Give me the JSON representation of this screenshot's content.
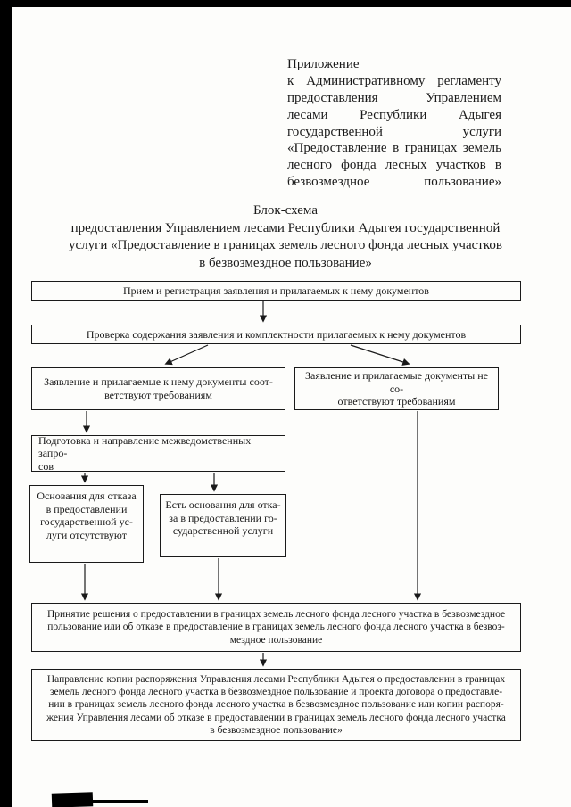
{
  "header": {
    "appendix": "Приложение\nк Административному регламенту\nпредоставления Управлением\nлесами Республики Адыгея\nгосударственной услуги\n«Предоставление в границах земель\nлесного фонда лесных участков в\nбезвозмездное пользование»",
    "title": "Блок-схема\nпредоставления Управлением лесами Республики Адыгея государственной\nуслуги «Предоставление в границах земель лесного фонда лесных участков\nв безвозмездное пользование»"
  },
  "flowchart": {
    "reception": "Прием и регистрация заявления и прилагаемых к нему документов",
    "check": "Проверка содержания заявления и комплектности прилагаемых к нему документов",
    "compliant": "Заявление и прилагаемые к нему документы соот-\nветствуют требованиям",
    "noncompliant": "Заявление и прилагаемые документы не со-\nответствуют требованиям",
    "interagency": "Подготовка и направление межведомственных запро-\nсов",
    "no_grounds": "Основания для отказа\nв предоставлении\nгосударственной ус-\nлуги отсутствуют",
    "grounds": "Есть основания для отка-\nза в предоставлении го-\nсударственной услуги",
    "decision": "Принятие решения о предоставлении в границах земель лесного фонда лесного участка в безвозмездное\nпользование или об отказе в предоставление в границах земель лесного фонда лесного участка в безвоз-\nмездное пользование",
    "dispatch": "Направление копии распоряжения Управления лесами Республики Адыгея о предоставлении в границах\nземель лесного фонда лесного участка в безвозмездное пользование и проекта договора о предоставле-\nнии в границах земель лесного фонда лесного участка в безвозмездное пользование или копии распоря-\nжения Управления лесами об отказе в предоставлении в границах земель лесного фонда лесного участка\nв безвозмездное пользование»"
  }
}
